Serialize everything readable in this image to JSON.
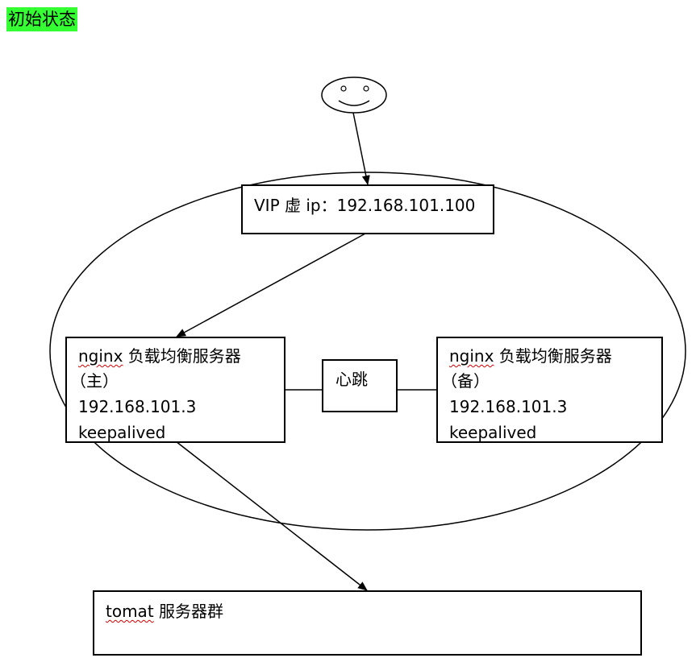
{
  "title": "初始状态",
  "title_bg_color": "#33ff33",
  "user_icon": "smiley-face-icon",
  "vip_box": {
    "label": "VIP 虚 ip：192.168.101.100"
  },
  "heartbeat_box": {
    "label": "心跳"
  },
  "master_box": {
    "name_word": "nginx",
    "name_rest": " 负载均衡服务器",
    "role": "（主）",
    "ip": "192.168.101.3",
    "software": "keepalived"
  },
  "backup_box": {
    "name_word": "nginx",
    "name_rest": " 负载均衡服务器",
    "role": "（备）",
    "ip": "192.168.101.3",
    "software": "keepalived"
  },
  "tomcat_box": {
    "name_word": "tomat",
    "name_rest": " 服务器群"
  }
}
